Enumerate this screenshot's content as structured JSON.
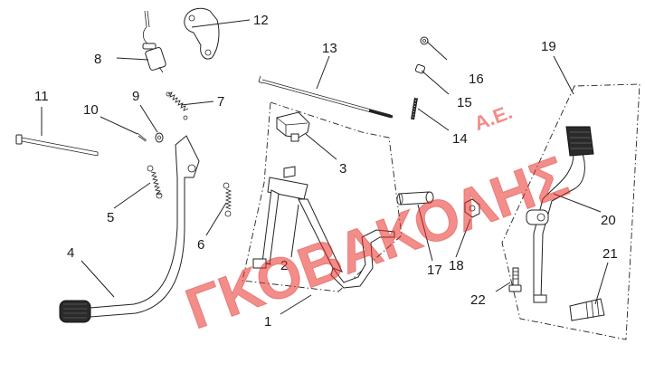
{
  "watermark": {
    "main": "ΓΚΟΒΑΚΟΛΗΣ",
    "suffix": "Α.Ε.",
    "color": "#e8302a"
  },
  "callouts": {
    "c1": "1",
    "c2": "2",
    "c3": "3",
    "c4": "4",
    "c5": "5",
    "c6": "6",
    "c7": "7",
    "c8": "8",
    "c9": "9",
    "c10": "10",
    "c11": "11",
    "c12": "12",
    "c13": "13",
    "c14": "14",
    "c15": "15",
    "c16": "16",
    "c17": "17",
    "c18": "18",
    "c19": "19",
    "c20": "20",
    "c21": "21",
    "c22": "22"
  }
}
